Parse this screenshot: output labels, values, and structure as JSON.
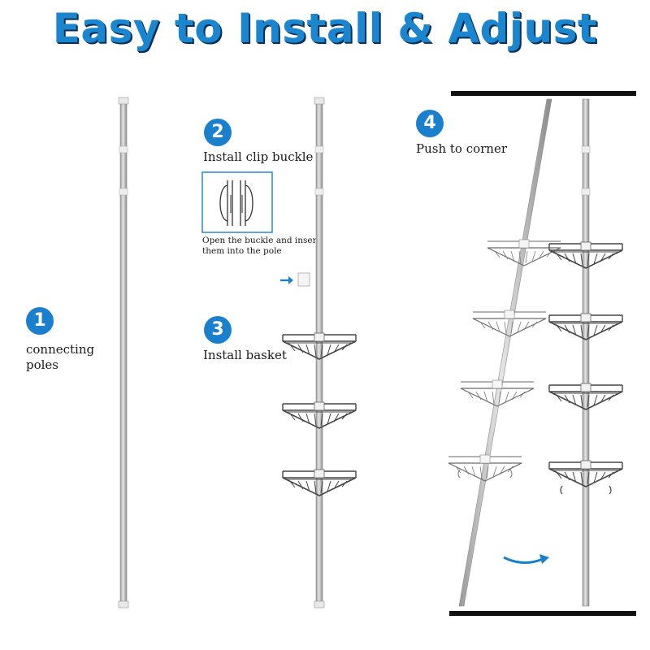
{
  "title": "Easy to Install & Adjust",
  "steps": [
    {
      "number": "1",
      "label_line1": "connecting",
      "label_line2": "poles"
    },
    {
      "number": "2",
      "label": "Install clip buckle",
      "note_line1": "Open the buckle and insert",
      "note_line2": "them into the pole"
    },
    {
      "number": "3",
      "label": "Install basket"
    },
    {
      "number": "4",
      "label": "Push to corner"
    }
  ],
  "colors": {
    "accent": "#1a7fcc",
    "title": "#1a86cf",
    "title_shadow": "#0b2f52",
    "pole": "#b8b8b8",
    "basket": "#444444"
  },
  "icons": [
    "arrow-right-icon",
    "curved-arrow-icon",
    "clip-buckle-icon"
  ]
}
